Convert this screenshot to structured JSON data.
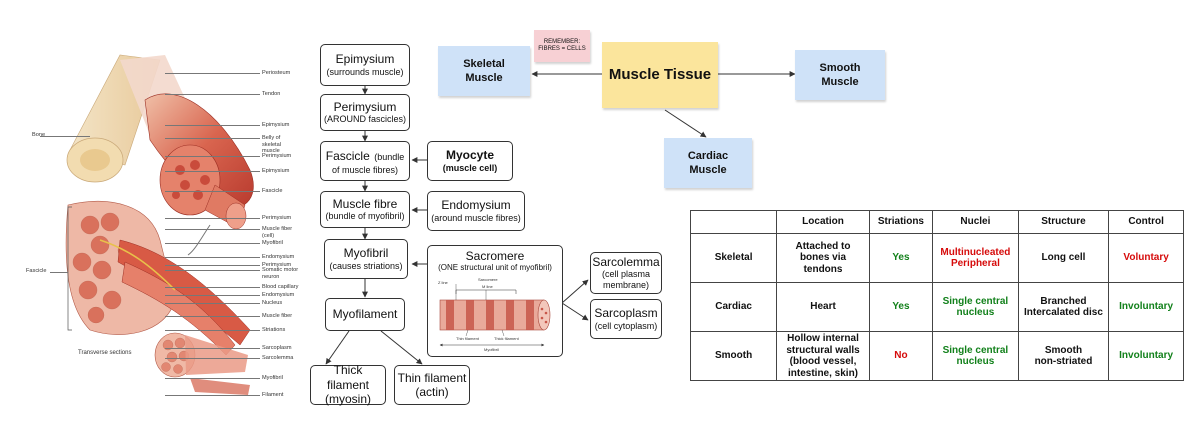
{
  "anatomy": {
    "labels_right": [
      "Periosteum",
      "Tendon",
      "Epimysium",
      "Belly of skeletal muscle",
      "Perimysium",
      "Epimysium",
      "Fascicle",
      "Perimysium",
      "Muscle fiber (cell)",
      "Myofibril",
      "Endomysium",
      "Perimysium",
      "Somatic motor neuron",
      "Blood capillary",
      "Endomysium",
      "Nucleus",
      "Muscle fiber",
      "Striations",
      "Sarcoplasm",
      "Sarcolemma",
      "Myofibril",
      "Filament"
    ],
    "label_bone": "Bone",
    "label_fascicle": "Fascicle",
    "label_transverse": "Transverse sections"
  },
  "hierarchy": {
    "epimysium": {
      "title": "Epimysium",
      "sub": "(surrounds muscle)"
    },
    "perimysium": {
      "title": "Perimysium",
      "sub": "(AROUND fascicles)"
    },
    "fascicle": {
      "title": "Fascicle",
      "inline": "(bundle",
      "sub": "of muscle fibres)"
    },
    "myocyte": {
      "title": "Myocyte",
      "sub": "(muscle cell)"
    },
    "muscle_fibre": {
      "title": "Muscle fibre",
      "sub": "(bundle of myofibril)"
    },
    "endomysium": {
      "title": "Endomysium",
      "sub": "(around muscle fibres)"
    },
    "myofibril": {
      "title": "Myofibril",
      "sub": "(causes striations)"
    },
    "sacromere": {
      "title": "Sacromere",
      "sub": "(ONE structural unit of myofibril)"
    },
    "sarcolemma": {
      "title": "Sarcolemma",
      "sub": "(cell plasma membrane)"
    },
    "sarcoplasm": {
      "title": "Sarcoplasm",
      "sub": "(cell cytoplasm)"
    },
    "myofilament": {
      "title": "Myofilament"
    },
    "thick_filament": {
      "title": "Thick filament",
      "sub": "(myosin)"
    },
    "thin_filament": {
      "title": "Thin filament",
      "sub": "(actin)"
    }
  },
  "sarcomere_figure": {
    "z_line": "Z line",
    "m_line": "M line",
    "sarcomere": "Sarcomere",
    "thin_filament": "Thin filament",
    "thick_filament": "Thick filament",
    "myofibril": "Myofibril"
  },
  "tissue_types": {
    "center": "Muscle Tissue",
    "remember": [
      "REMEMBER:",
      "FIBRES = CELLS"
    ],
    "skeletal": [
      "Skeletal",
      "Muscle"
    ],
    "smooth": [
      "Smooth",
      "Muscle"
    ],
    "cardiac": [
      "Cardiac",
      "Muscle"
    ]
  },
  "comparison_table": {
    "headers": [
      "",
      "Location",
      "Striations",
      "Nuclei",
      "Structure",
      "Control"
    ],
    "rows": [
      {
        "type": "Skeletal",
        "location": [
          "Attached to",
          "bones via",
          "tendons"
        ],
        "striations": "Yes",
        "nuclei": [
          "Multinucleated",
          "Peripheral"
        ],
        "structure": [
          "Long cell"
        ],
        "control": "Voluntary"
      },
      {
        "type": "Cardiac",
        "location": [
          "Heart"
        ],
        "striations": "Yes",
        "nuclei": [
          "Single central",
          "nucleus"
        ],
        "structure": [
          "Branched",
          "Intercalated disc"
        ],
        "control": "Involuntary"
      },
      {
        "type": "Smooth",
        "location": [
          "Hollow internal",
          "structural walls",
          "(blood vessel,",
          "intestine, skin)"
        ],
        "striations": "No",
        "nuclei": [
          "Single central",
          "nucleus"
        ],
        "structure": [
          "Smooth",
          "non-striated"
        ],
        "control": "Involuntary"
      }
    ],
    "colors": {
      "red": "#d60b0b",
      "green": "#12811b"
    }
  }
}
